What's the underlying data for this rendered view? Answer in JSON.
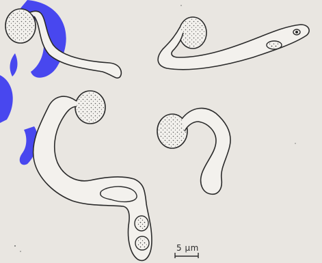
{
  "figure": {
    "scale_bar": {
      "label": "5 µm"
    },
    "colors": {
      "paper": "#e9e6e1",
      "ink": "#2a2a2a",
      "watermark": "#2d2cf2"
    },
    "elements": {
      "specimens": 4,
      "visible_nuclei": 3
    }
  }
}
